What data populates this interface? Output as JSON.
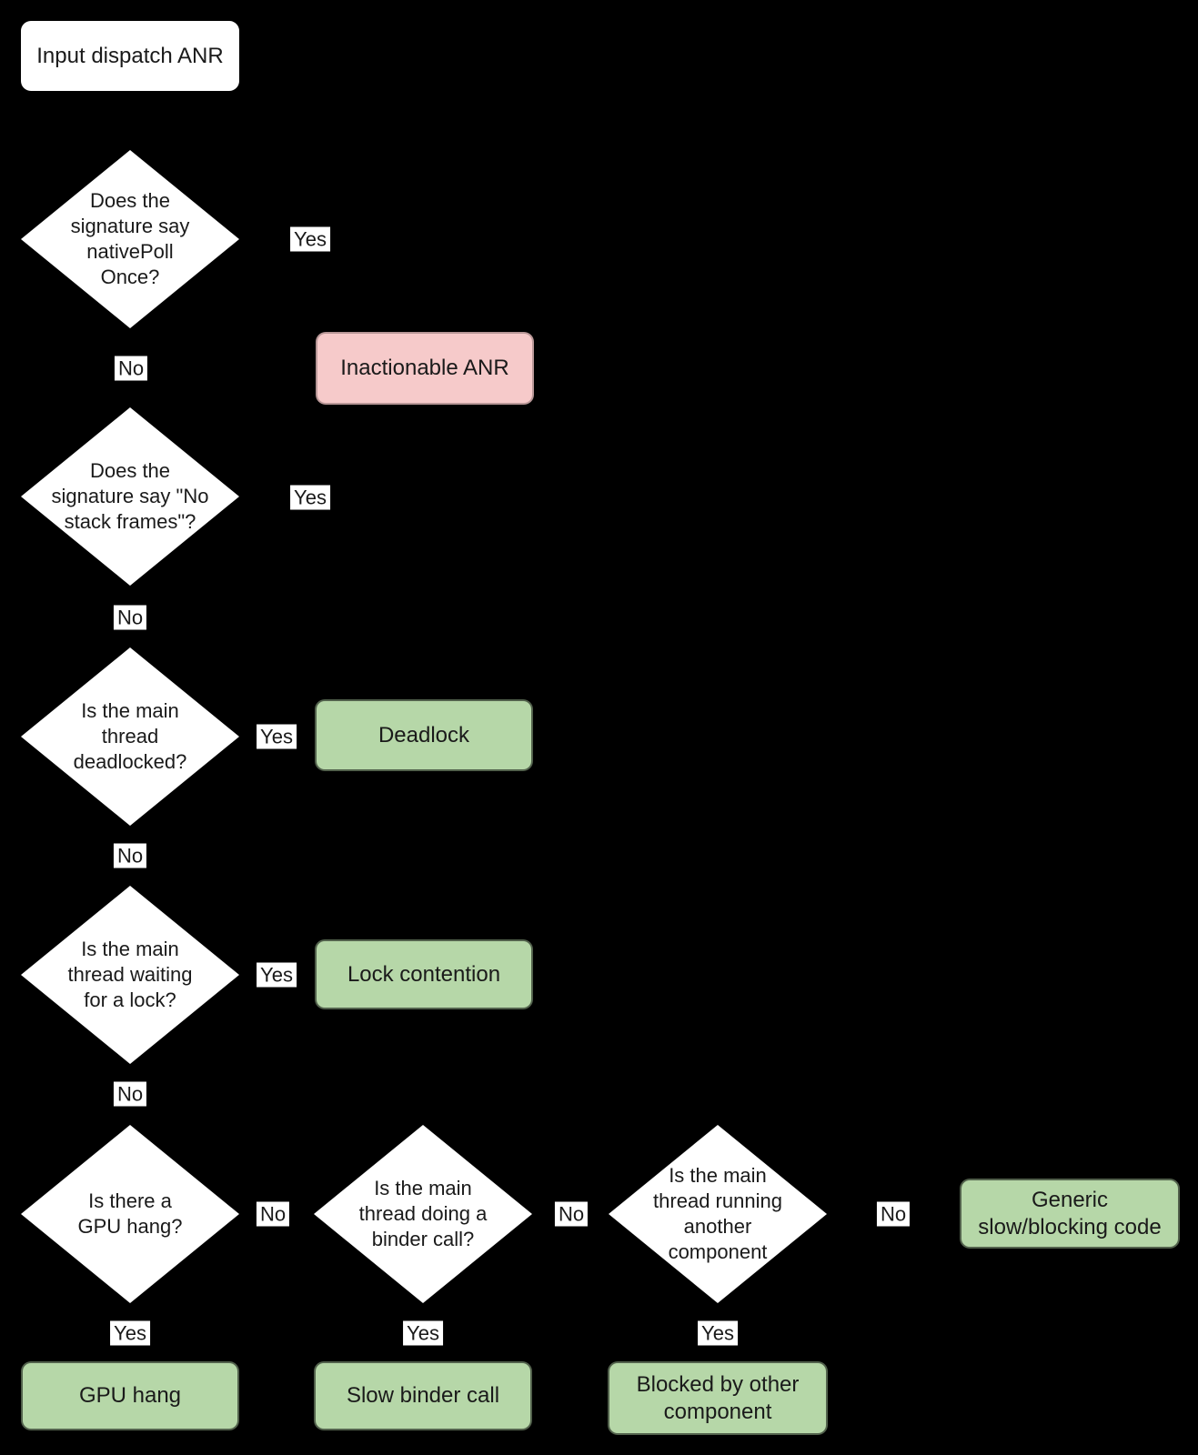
{
  "colors": {
    "background": "#000000",
    "decision_fill": "#ffffff",
    "outcome_green": "#b6d7a8",
    "outcome_pink": "#f6caca",
    "text": "#1a1a1a"
  },
  "labels": {
    "yes": "Yes",
    "no": "No"
  },
  "nodes": {
    "start": "Input dispatch ANR",
    "d_native_poll": "Does the\nsignature say\nnativePoll\nOnce?",
    "d_no_stack_frames": "Does the\nsignature say \"No\nstack frames\"?",
    "d_deadlocked": "Is the main\nthread\ndeadlocked?",
    "d_waiting_lock": "Is the main\nthread waiting\nfor a lock?",
    "d_gpu_hang": "Is there a\nGPU hang?",
    "d_binder_call": "Is the main\nthread doing a\nbinder call?",
    "d_other_component": "Is the main\nthread running\nanother\ncomponent",
    "o_inactionable": "Inactionable ANR",
    "o_deadlock": "Deadlock",
    "o_lock_contention": "Lock contention",
    "o_gpu_hang": "GPU hang",
    "o_slow_binder": "Slow binder call",
    "o_blocked_other": "Blocked by other\ncomponent",
    "o_generic": "Generic\nslow/blocking code"
  }
}
